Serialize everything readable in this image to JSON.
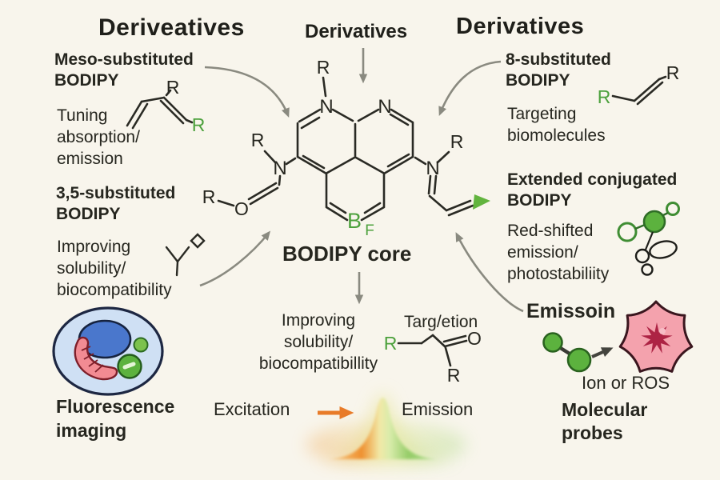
{
  "headings": {
    "top_left": "Deriveatives",
    "top_center": "Derivatives",
    "top_right": "Derivatives",
    "core_label": "BODIPY core",
    "emission_heading": "Emissoin"
  },
  "meso": {
    "title1": "Meso-substituted",
    "title2": "BODIPY",
    "desc1": "Tuning",
    "desc2": "absorption/",
    "desc3": "emission"
  },
  "sub35": {
    "title1": "3,5-substituted",
    "title2": "BODIPY",
    "desc1": "Improving",
    "desc2": "solubility/",
    "desc3": "biocompatibility"
  },
  "sub8": {
    "title1": "8-substituted",
    "title2": "BODIPY",
    "desc1": "Targeting",
    "desc2": "biomolecules"
  },
  "extended": {
    "title1": "Extended conjugated",
    "title2": "BODIPY",
    "desc1": "Red-shifted",
    "desc2": "emission/",
    "desc3": "photostabiliity"
  },
  "core_bottom": {
    "desc1": "Improving",
    "desc2": "solubility/",
    "desc3": "biocompatibillity",
    "target_label": "Targ/etion"
  },
  "spectrum": {
    "excitation": "Excitation",
    "emission": "Emission"
  },
  "probes": {
    "ion_label": "Ion or ROS",
    "title1": "Molecular",
    "title2": "probes"
  },
  "imaging": {
    "title1": "Fluorescence",
    "title2": "imaging"
  },
  "atoms": {
    "r": "R",
    "n": "N",
    "o": "O",
    "b": "B",
    "f": "F"
  },
  "icons": {
    "cell": "fluorescent-cell-illustration",
    "spectrum_peak": "excitation-emission-peak",
    "ros_splat": "ros-burst-shape",
    "probe_dots": "green-probe-molecules",
    "conjugated_doodle": "extended-conjugate-molecule",
    "linker": "y-linker-with-diamond"
  },
  "colors": {
    "background": "#f8f5ec",
    "text": "#26261f",
    "accent_green": "#4da13d",
    "arrow_gray": "#8a8a80",
    "arrow_orange": "#e87b28",
    "splat_pink": "#f4a2ad",
    "splat_core": "#ad2344",
    "cell_body": "#cfe0f4",
    "nucleus_blue": "#4a77cc",
    "organelle_green": "#5cb23e",
    "mitochondria_red": "#f28b93"
  }
}
